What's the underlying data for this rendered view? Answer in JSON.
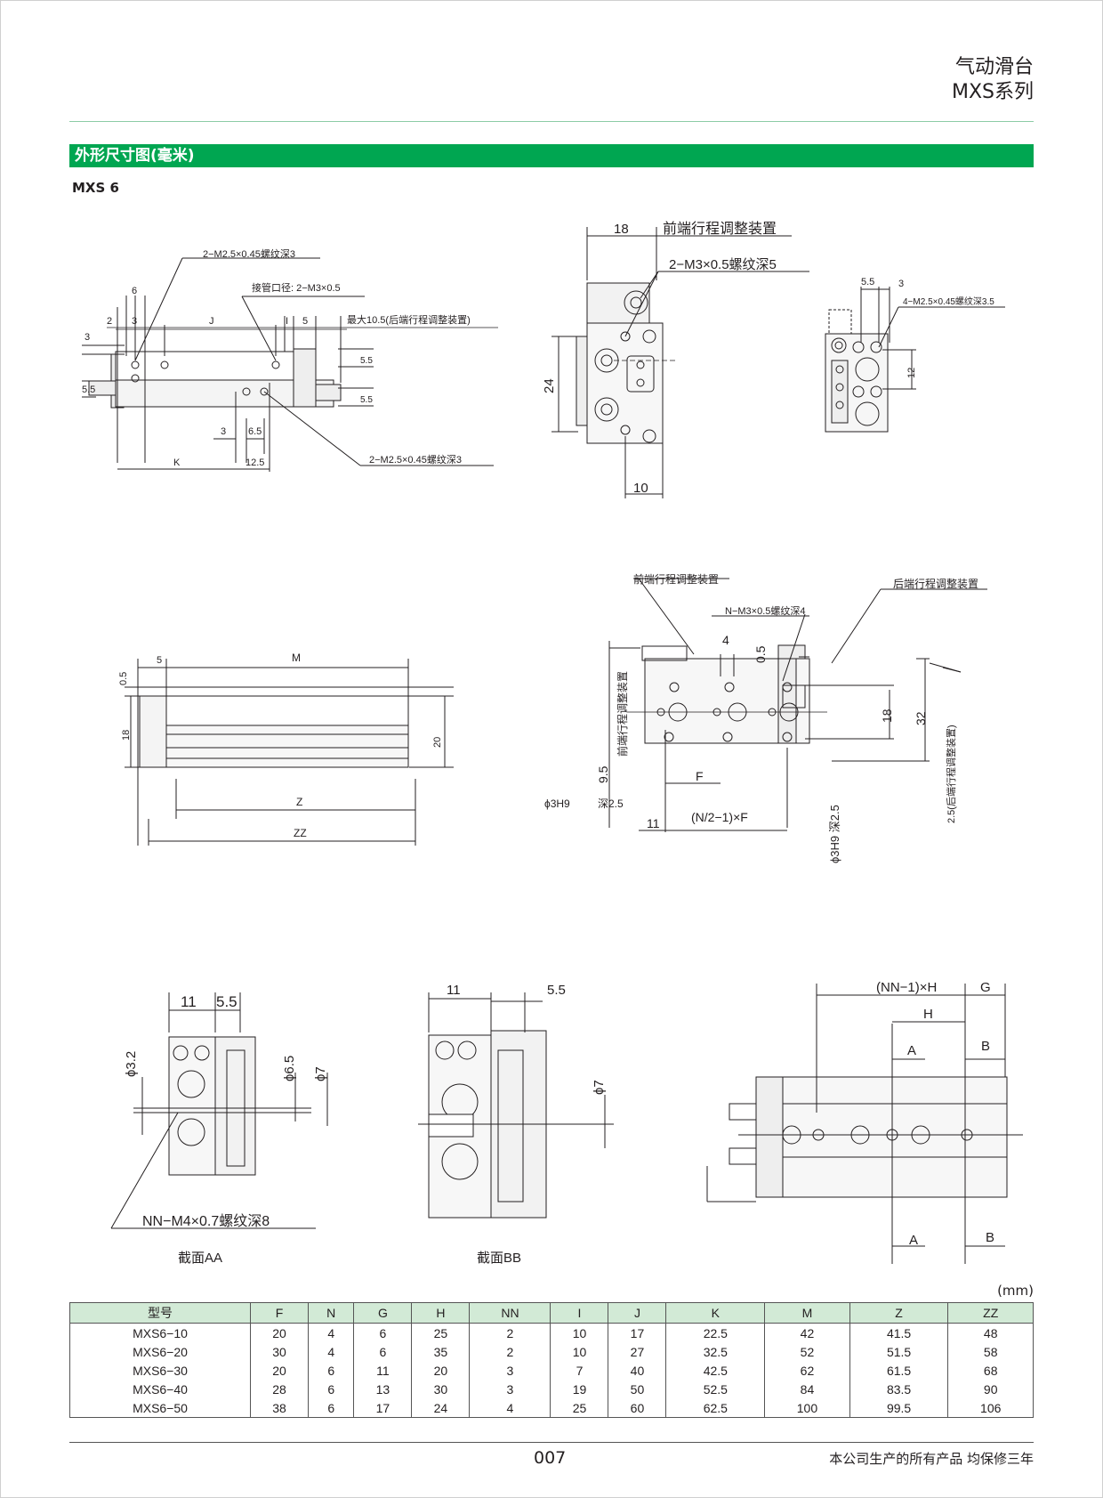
{
  "header": {
    "title_line1": "气动滑台",
    "title_line2": "MXS系列"
  },
  "section": {
    "title": "外形尺寸图(毫米)"
  },
  "model": "MXS 6",
  "labels": {
    "l_m25_top": "2−M2.5×0.45螺纹深3",
    "l_pipe": "接管口径: 2−M3×0.5",
    "l_max": "最大10.5(后端行程调整装置)",
    "l_m25_bot": "2−M2.5×0.45螺纹深3",
    "d6": "6",
    "d2": "2",
    "d3": "3",
    "dJ": "J",
    "dI": "I",
    "d5": "5",
    "d55a": "5.5",
    "d55b": "5.5",
    "d55c": "5.5",
    "d3b": "3",
    "d3c": "3",
    "d65": "6.5",
    "dK": "K",
    "d125": "12.5",
    "f_front": "前端行程调整装置",
    "f_m3": "2−M3×0.5螺纹深5",
    "f18": "18",
    "f24": "24",
    "f10": "10",
    "r55": "5.5",
    "r3": "3",
    "r_m25": "4−M2.5×0.45螺纹深3.5",
    "r12": "12",
    "s05": "0.5",
    "s5": "5",
    "sM": "M",
    "s18": "18",
    "s20": "20",
    "sZ": "Z",
    "sZZ": "ZZ",
    "t_front": "前端行程调整装置",
    "t_nm3": "N−M3×0.5螺纹深4",
    "t_rear": "后端行程调整装置",
    "t4": "4",
    "t05": "0.5",
    "t18": "18",
    "t32": "32",
    "t_vert_front": "前端行程调整装置",
    "t95": "9.5",
    "tF": "F",
    "t_phi": "ϕ3H9",
    "t_depth": "深2.5",
    "t11": "11",
    "t_nf": "(N/2−1)×F",
    "t_phi2": "ϕ3H9 深2.5",
    "t_rear_vert": "2.5(后端行程调整装置)",
    "a11": "11",
    "a55": "5.5",
    "a32": "ϕ3.2",
    "a65": "ϕ6.5",
    "a7": "ϕ7",
    "a_nn": "NN−M4×0.7螺纹深8",
    "a_cap": "截面AA",
    "b11": "11",
    "b55": "5.5",
    "b7": "ϕ7",
    "b_cap": "截面BB",
    "h_nnh": "(NN−1)×H",
    "h_g": "G",
    "h_h": "H",
    "h_a1": "A",
    "h_b1": "B",
    "h_a2": "A",
    "h_b2": "B"
  },
  "table": {
    "unit": "(mm)",
    "headers": [
      "型号",
      "F",
      "N",
      "G",
      "H",
      "NN",
      "I",
      "J",
      "K",
      "M",
      "Z",
      "ZZ"
    ],
    "rows": [
      [
        "MXS6−10",
        "20",
        "4",
        "6",
        "25",
        "2",
        "10",
        "17",
        "22.5",
        "42",
        "41.5",
        "48"
      ],
      [
        "MXS6−20",
        "30",
        "4",
        "6",
        "35",
        "2",
        "10",
        "27",
        "32.5",
        "52",
        "51.5",
        "58"
      ],
      [
        "MXS6−30",
        "20",
        "6",
        "11",
        "20",
        "3",
        "7",
        "40",
        "42.5",
        "62",
        "61.5",
        "68"
      ],
      [
        "MXS6−40",
        "28",
        "6",
        "13",
        "30",
        "3",
        "19",
        "50",
        "52.5",
        "84",
        "83.5",
        "90"
      ],
      [
        "MXS6−50",
        "38",
        "6",
        "17",
        "24",
        "4",
        "25",
        "60",
        "62.5",
        "100",
        "99.5",
        "106"
      ]
    ]
  },
  "footer": {
    "page": "007",
    "note": "本公司生产的所有产品 均保修三年"
  },
  "colors": {
    "accent": "#00a651",
    "table_header": "#d2ead6"
  }
}
